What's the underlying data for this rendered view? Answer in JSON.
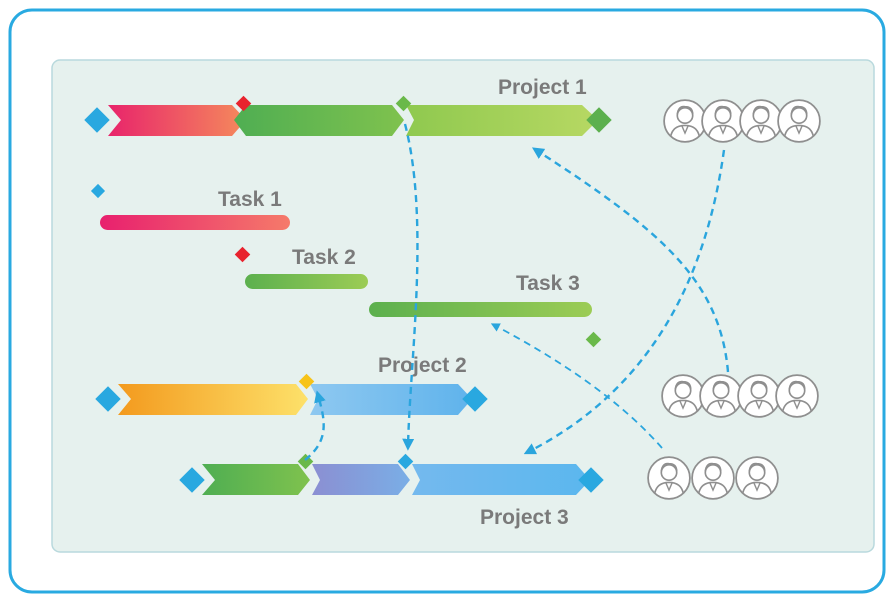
{
  "colors": {
    "frame": "#29aae1",
    "panel_fill": "#e6f1ee",
    "panel_stroke": "#b9d9dd",
    "label": "#7a7a7a",
    "diamond_blue": "#29a8e0",
    "diamond_red": "#e8232e",
    "diamond_green": "#6ab94a",
    "diamond_yellow": "#f7c318",
    "arrow": "#2aa5dd",
    "people_stroke": "#8f8f8f"
  },
  "projects": [
    {
      "label": "Project 1",
      "segments": [
        "pink-coral",
        "green",
        "light-green"
      ],
      "start_marker": "blue-diamond",
      "end_marker": "green-diamond"
    },
    {
      "label": "Project 2",
      "segments": [
        "orange-yellow",
        "light-blue"
      ],
      "start_marker": "blue-diamond",
      "end_marker": "blue-diamond"
    },
    {
      "label": "Project 3",
      "segments": [
        "green",
        "purple-blue",
        "sky-blue"
      ],
      "start_marker": "blue-diamond",
      "end_marker": "blue-diamond"
    }
  ],
  "tasks": [
    {
      "label": "Task 1",
      "color": "pink",
      "marker": "blue-diamond"
    },
    {
      "label": "Task 2",
      "color": "green",
      "marker": "red-diamond"
    },
    {
      "label": "Task 3",
      "color": "green",
      "marker": "green-diamond"
    }
  ],
  "teams": [
    {
      "members": 4
    },
    {
      "members": 4
    },
    {
      "members": 3
    }
  ],
  "icons": {
    "milestone": "diamond-icon",
    "person": "person-avatar-icon"
  }
}
